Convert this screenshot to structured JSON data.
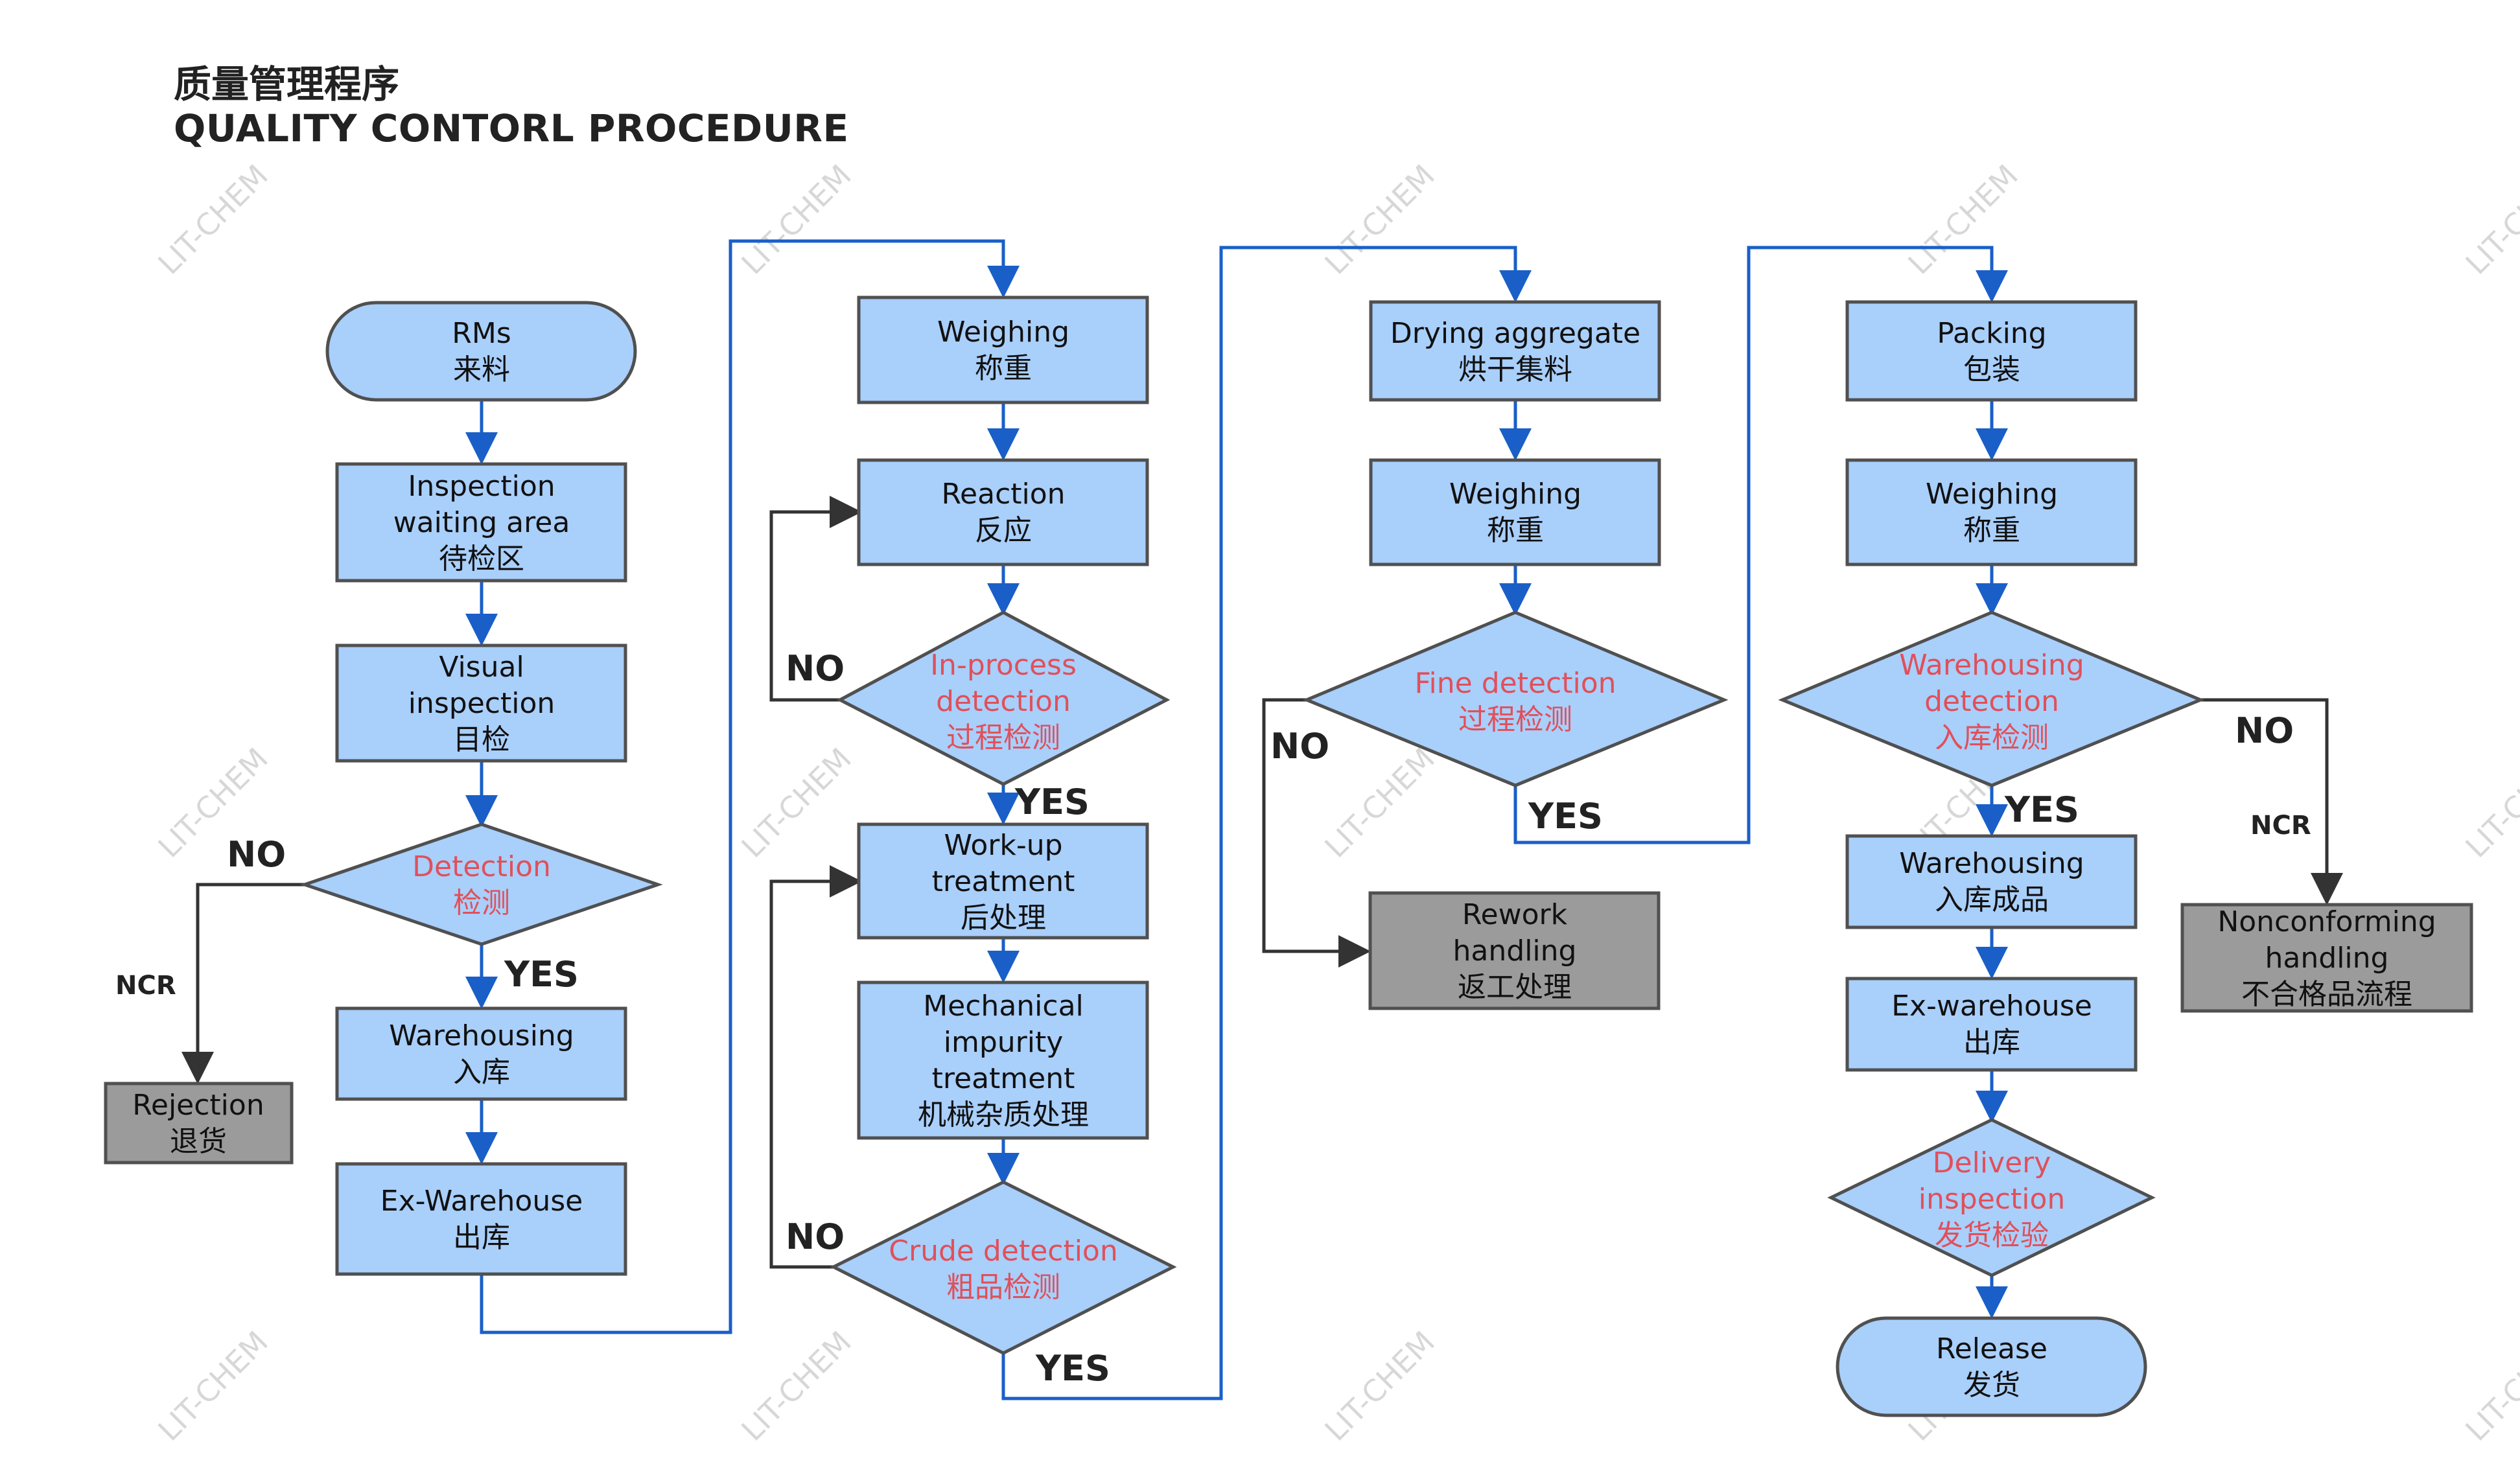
{
  "title": {
    "cn": "质量管理程序",
    "en": "QUALITY CONTORL PROCEDURE"
  },
  "watermark": "LIT-CHEM",
  "colors": {
    "process_fill": "#a9cffb",
    "gray_fill": "#9b9b9b",
    "stroke": "#505050",
    "flow_line": "#1a5fc8",
    "decision_text": "#e0505a"
  },
  "nodes": {
    "rms": [
      "RMs",
      "来料"
    ],
    "inspection_waiting_area": [
      "Inspection",
      "waiting area",
      "待检区"
    ],
    "visual_inspection": [
      "Visual",
      "inspection",
      "目检"
    ],
    "detection": [
      "Detection",
      "检测"
    ],
    "warehousing_1": [
      "Warehousing",
      "入库"
    ],
    "ex_warehouse_1": [
      "Ex-Warehouse",
      "出库"
    ],
    "rejection": [
      "Rejection",
      "退货"
    ],
    "weighing_1": [
      "Weighing",
      "称重"
    ],
    "reaction": [
      "Reaction",
      "反应"
    ],
    "in_process_detection": [
      "In-process",
      "detection",
      "过程检测"
    ],
    "work_up_treatment": [
      "Work-up",
      "treatment",
      "后处理"
    ],
    "mechanical_impurity_treatment": [
      "Mechanical",
      "impurity",
      "treatment",
      "机械杂质处理"
    ],
    "crude_detection": [
      "Crude detection",
      "粗品检测"
    ],
    "drying_aggregate": [
      "Drying aggregate",
      "烘干集料"
    ],
    "weighing_2": [
      "Weighing",
      "称重"
    ],
    "fine_detection": [
      "Fine detection",
      "过程检测"
    ],
    "rework_handling": [
      "Rework",
      "handling",
      "返工处理"
    ],
    "packing": [
      "Packing",
      "包装"
    ],
    "weighing_3": [
      "Weighing",
      "称重"
    ],
    "warehousing_detection": [
      "Warehousing",
      "detection",
      "入库检测"
    ],
    "warehousing_2": [
      "Warehousing",
      "入库成品"
    ],
    "ex_warehouse_2": [
      "Ex-warehouse",
      "出库"
    ],
    "delivery_inspection": [
      "Delivery",
      "inspection",
      "发货检验"
    ],
    "release": [
      "Release",
      "发货"
    ],
    "nonconforming_handling": [
      "Nonconforming",
      "handling",
      "不合格品流程"
    ]
  },
  "flags": {
    "no": "NO",
    "yes": "YES",
    "ncr": "NCR"
  }
}
